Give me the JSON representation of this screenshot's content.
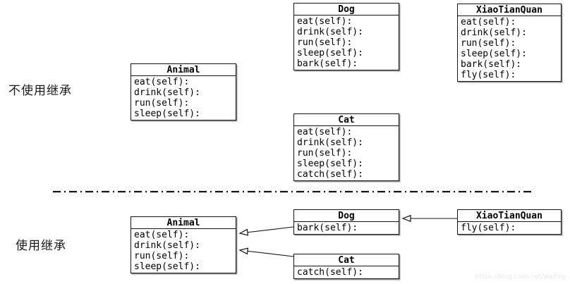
{
  "sections": {
    "no_inheritance": {
      "label": "不使用继承",
      "classes": [
        {
          "title": "Animal",
          "methods": [
            "eat(self):",
            "drink(self):",
            "run(self):",
            "sleep(self):"
          ]
        },
        {
          "title": "Dog",
          "methods": [
            "eat(self):",
            "drink(self):",
            "run(self):",
            "sleep(self):",
            "bark(self):"
          ]
        },
        {
          "title": "XiaoTianQuan",
          "methods": [
            "eat(self):",
            "drink(self):",
            "run(self):",
            "sleep(self):",
            "bark(self):",
            "fly(self):"
          ]
        },
        {
          "title": "Cat",
          "methods": [
            "eat(self):",
            "drink(self):",
            "run(self):",
            "sleep(self):",
            "catch(self):"
          ]
        }
      ]
    },
    "inheritance": {
      "label": "使用继承",
      "classes": [
        {
          "title": "Animal",
          "methods": [
            "eat(self):",
            "drink(self):",
            "run(self):",
            "sleep(self):"
          ]
        },
        {
          "title": "Dog",
          "methods": [
            "bark(self):"
          ]
        },
        {
          "title": "XiaoTianQuan",
          "methods": [
            "fly(self):"
          ]
        },
        {
          "title": "Cat",
          "methods": [
            "catch(self):"
          ]
        }
      ],
      "relationships": [
        {
          "from": "Dog",
          "to": "Animal",
          "type": "inherits"
        },
        {
          "from": "Cat",
          "to": "Animal",
          "type": "inherits"
        },
        {
          "from": "XiaoTianQuan",
          "to": "Dog",
          "type": "inherits"
        }
      ]
    }
  },
  "watermark": "https://blog.csdn.net/wadmy",
  "colors": {
    "box_border": "#141414",
    "box_fill": "#ffffff",
    "text": "#000000",
    "divider": "#141414",
    "watermark": "#ebe9e9"
  }
}
